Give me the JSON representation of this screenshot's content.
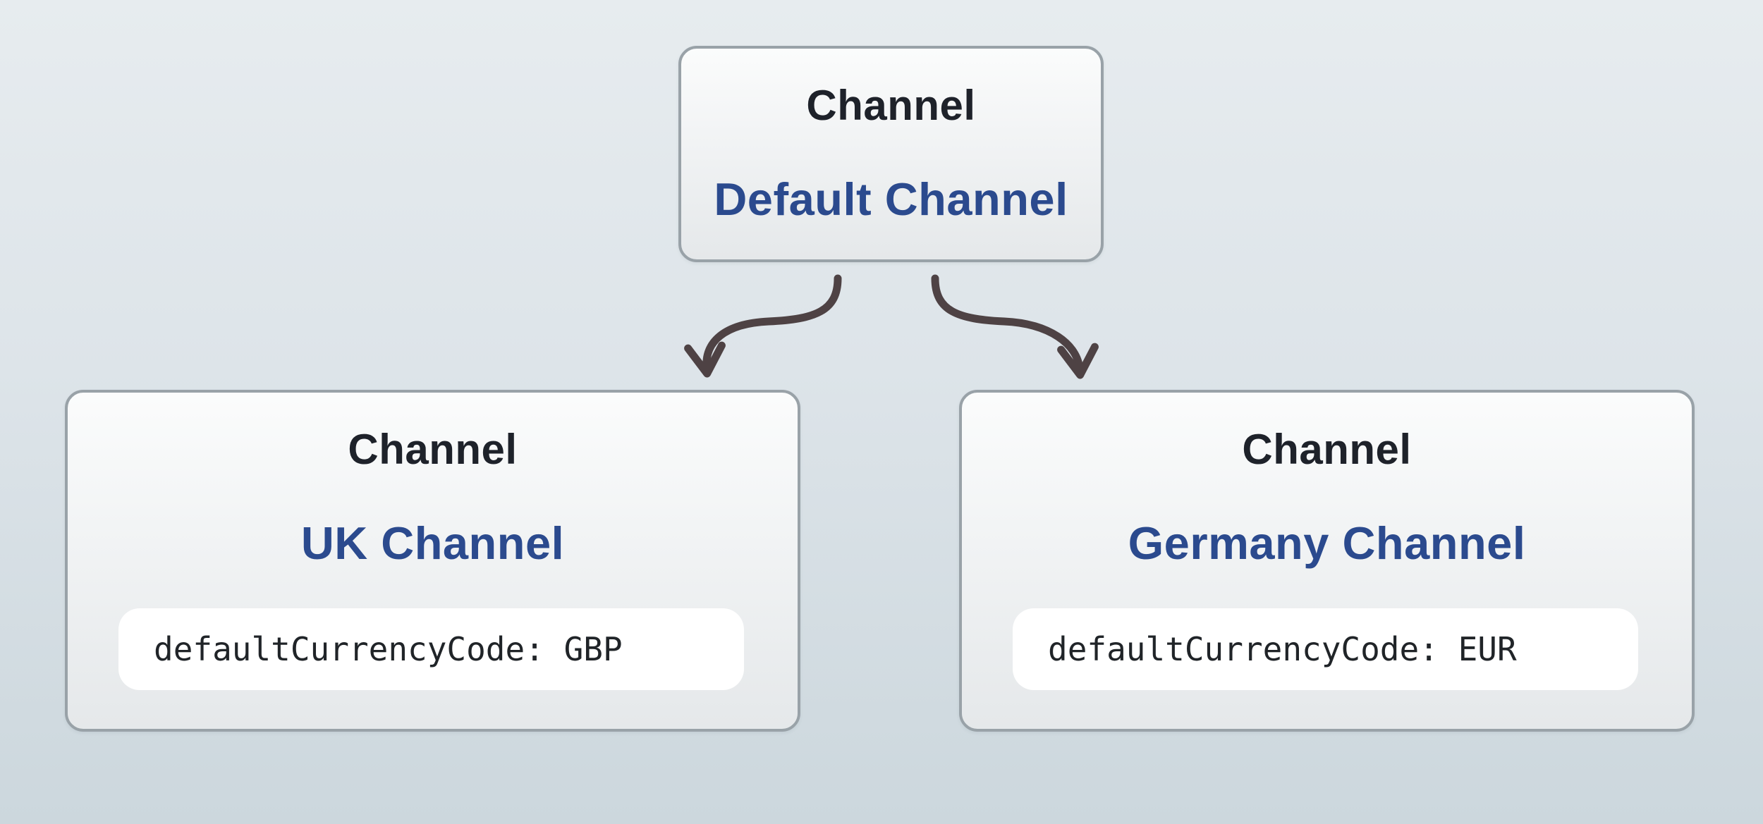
{
  "diagram": {
    "parent": {
      "type_label": "Channel",
      "name": "Default Channel"
    },
    "children": [
      {
        "type_label": "Channel",
        "name": "UK Channel",
        "attribute": "defaultCurrencyCode: GBP"
      },
      {
        "type_label": "Channel",
        "name": "Germany Channel",
        "attribute": "defaultCurrencyCode: EUR"
      }
    ]
  },
  "colors": {
    "background_top": "#e7ecef",
    "background_bottom": "#ccd7dd",
    "node_border": "#99a2a8",
    "node_fill_top": "#fbfcfc",
    "node_fill_bottom": "#e5e8ea",
    "title_color": "#1e222a",
    "name_color": "#2b4a8e",
    "chip_bg": "#ffffff",
    "chip_text": "#202428",
    "arrow_color": "#4e4244"
  }
}
